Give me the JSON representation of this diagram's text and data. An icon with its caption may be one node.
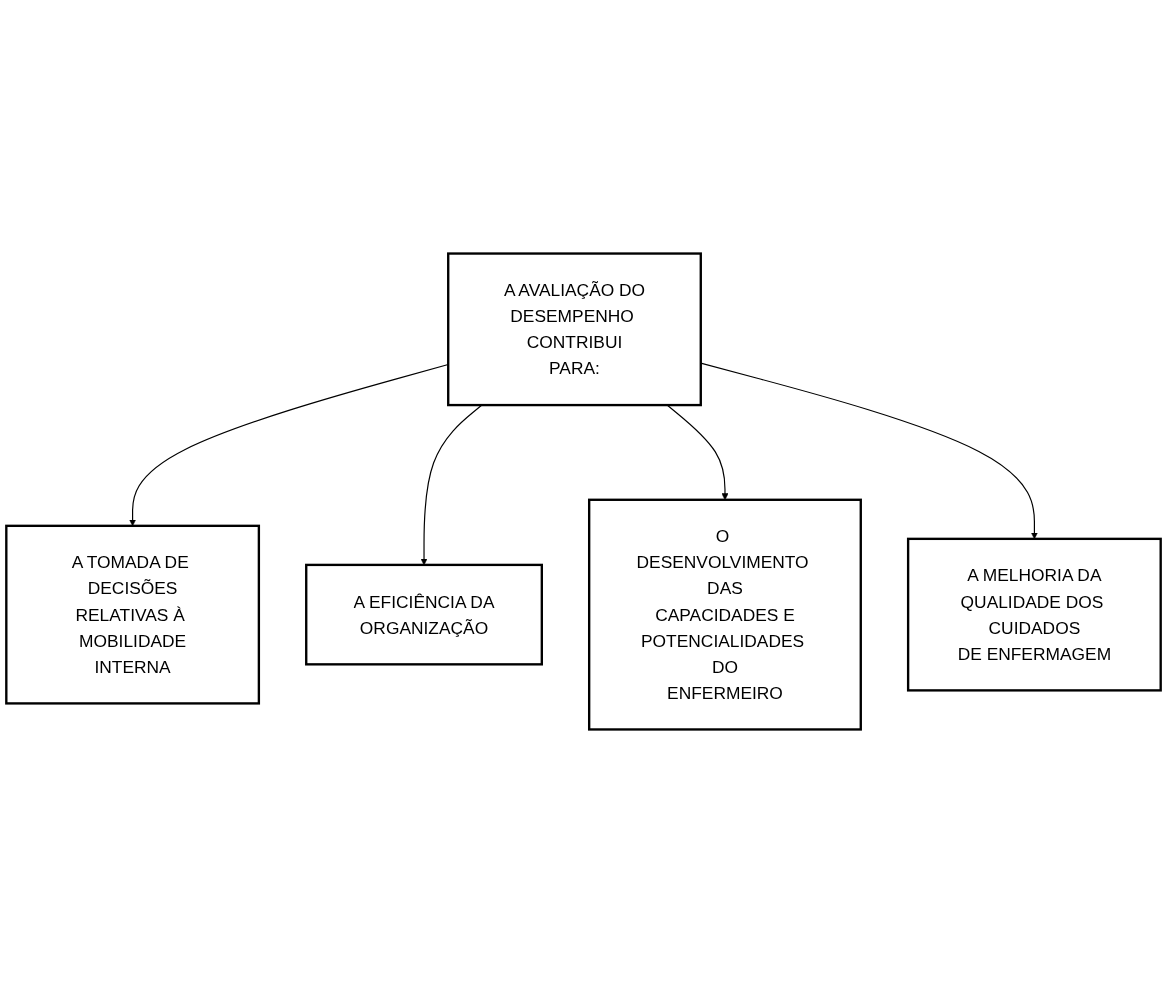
{
  "diagram": {
    "nodes": [
      {
        "text": [
          "A TOMADA DE DECISÕES RELATIVAS À MOBILIDADE INTERNA"
        ]
      },
      {
        "text": [
          "A EFICIÊNCIA DA ORGANIZAÇÃO"
        ]
      },
      {
        "text": [
          "A AVALIAÇÃO DO DESEMPENHO CONTRIBUI PARA:"
        ]
      },
      {
        "text": [
          "O DESENVOLVIMENTO DAS CAPACIDADES E POTENCIALIDADES DO ENFERMEIRO"
        ]
      },
      {
        "text": [
          "A MELHORIA DA QUALIDADE DOS CUIDADOS DE ENFERMAGEM"
        ]
      }
    ],
    "edges": [
      {
        "from": 2,
        "to": 0,
        "arrow": "to"
      },
      {
        "from": 2,
        "to": 1,
        "arrow": "to"
      },
      {
        "from": 2,
        "to": 3,
        "arrow": "to"
      },
      {
        "from": 2,
        "to": 4,
        "arrow": "to"
      }
    ]
  }
}
